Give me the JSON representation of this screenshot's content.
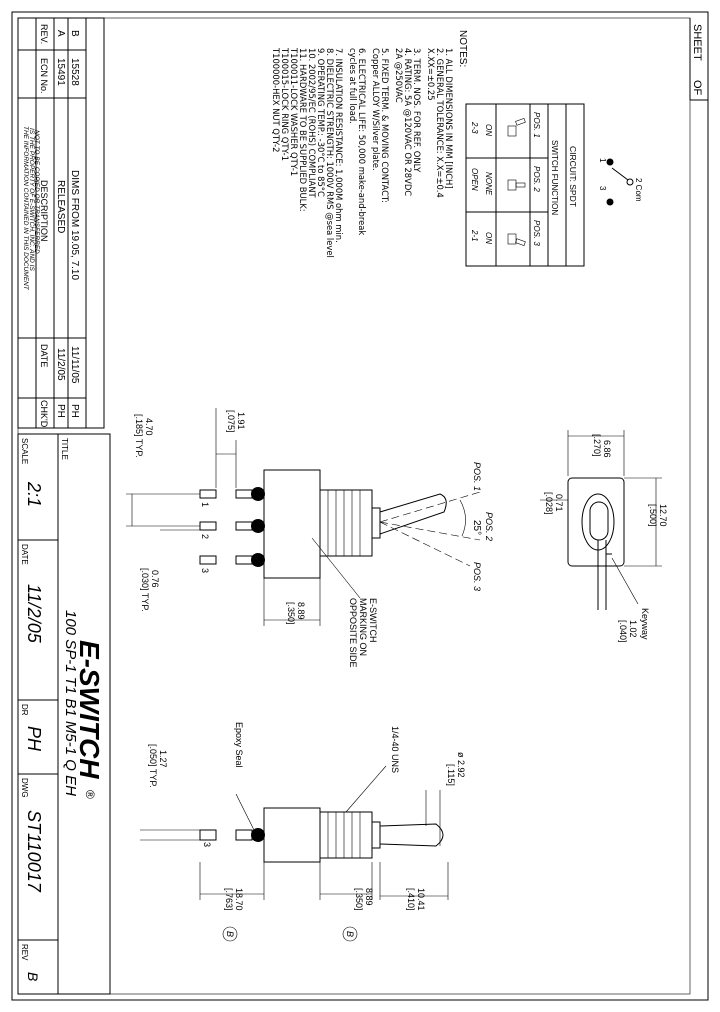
{
  "sheet": {
    "label": "SHEET",
    "of": "OF"
  },
  "revisions": {
    "headers": {
      "rev": "REV.",
      "ecn": "ECN No.",
      "description": "DESCRIPTION",
      "date": "DATE",
      "chkd": "CHK'D"
    },
    "rows": [
      {
        "rev": "A",
        "ecn": "15491",
        "description": "RELEASED",
        "date": "11/2/05",
        "chkd": "PH"
      },
      {
        "rev": "B",
        "ecn": "15528",
        "description": "DIMS FROM 19.05, 7.10",
        "date": "11/11/05",
        "chkd": "PH"
      }
    ],
    "confidential_1": "THE INFORMATION CONTAINED IN THIS DOCUMENT",
    "confidential_2": "IS THE PROPERTY OF E-SWITCH, INC. AND IS",
    "confidential_3": "NOT TO BE COPIED OR TRANSFERRED"
  },
  "title_block": {
    "title_label": "TITLE",
    "title": "100 SP-1 T1 B1 M5-1 Q EH",
    "brand": "E-SWITCH",
    "registered": "®",
    "scale_label": "SCALE",
    "scale": "2:1",
    "date_label": "DATE",
    "date": "11/2/05",
    "dr_label": "DR",
    "dr": "PH",
    "dwg_label": "DWG",
    "dwg": "ST110017",
    "rev_label": "REV",
    "rev": "B"
  },
  "notes": {
    "heading": "NOTES:",
    "lines": [
      "1.   ALL DIMENSIONS IN MM [INCH]",
      "2.   GENERAL TOLERANCE: X.X=±0.4",
      "                                          X.XX=±0.25",
      "3.   TERM. NOS. FOR REF. ONLY",
      "4.   RATING: 5A @120VAC OR 28VDC",
      "               2A @250VAC",
      "5.   FIXED TERM. & MOVING CONTACT:",
      "               Copper ALLOY W/Silver plate.",
      "6.   ELECTRICAL LIFE: 50,000 make-and-break",
      "                                       cycles at full load.",
      "7.   INSULATION RESISTANCE: 1,000M ohm min.",
      "8.   DIELECTRIC STRENGTH: 1000V RMS @sea level",
      "9.   OPERATING TEMP.: -30°C to 85°C",
      "10.  2002/95/EC (ROHS) COMPLIANT",
      "11.  HARDWARE TO BE SUPPLIED BULK:",
      "        T100011-LOCK WASHER                       QTY-1",
      "        T100015-LOCK RING                           QTY-1",
      "        T100000-HEX NUT                              QTY-2"
    ]
  },
  "circuit": {
    "title": "CIRCUIT: SPDT",
    "function_header": "SWITCH FUNCTION",
    "positions": [
      "POS. 1",
      "POS. 2",
      "POS. 3"
    ],
    "states": [
      "ON",
      "NONE",
      "ON"
    ],
    "connections": [
      "2-3",
      "OPEN",
      "2-1"
    ],
    "com_label": "2 Com",
    "pin1": "1",
    "pin3": "3"
  },
  "front_view": {
    "dim_686": "6.86",
    "dim_270": "[.270]",
    "dim_071": "0.71",
    "dim_028": "[.028]",
    "dim_1270": "12.70",
    "dim_500": "[.500]",
    "keyway": "Keyway",
    "dim_102": "1.02",
    "dim_040": "[.040]"
  },
  "side_view": {
    "pos1": "POS. 1",
    "pos2": "POS. 2",
    "pos3": "POS. 3",
    "angle": "25°",
    "dim_191": "1.91",
    "dim_075": "[.075]",
    "dim_470": "4.70",
    "dim_185": "[.185] TYP.",
    "dim_076": "0.76",
    "dim_030": "[.030] TYP.",
    "dim_889": "8.89",
    "dim_350": "[.350]",
    "marking_1": "E-SWITCH",
    "marking_2": "MARKING ON",
    "marking_3": "OPPOSITE SIDE",
    "t1": "1",
    "t2": "2",
    "t3": "3"
  },
  "end_view": {
    "thread": "1/4-40 UNS",
    "dia_292": "ø 2.92",
    "dim_115": "[.115]",
    "epoxy": "Epoxy Seal",
    "dim_127": "1.27",
    "dim_050": "[.050] TYP.",
    "dim_1041": "10.41",
    "dim_410": "[.410]",
    "dim_889": "8.89",
    "dim_350": "[.350]",
    "dim_1870": "18.70",
    "dim_763": "[.763]",
    "rev_bubble": "B",
    "t3": "3"
  }
}
